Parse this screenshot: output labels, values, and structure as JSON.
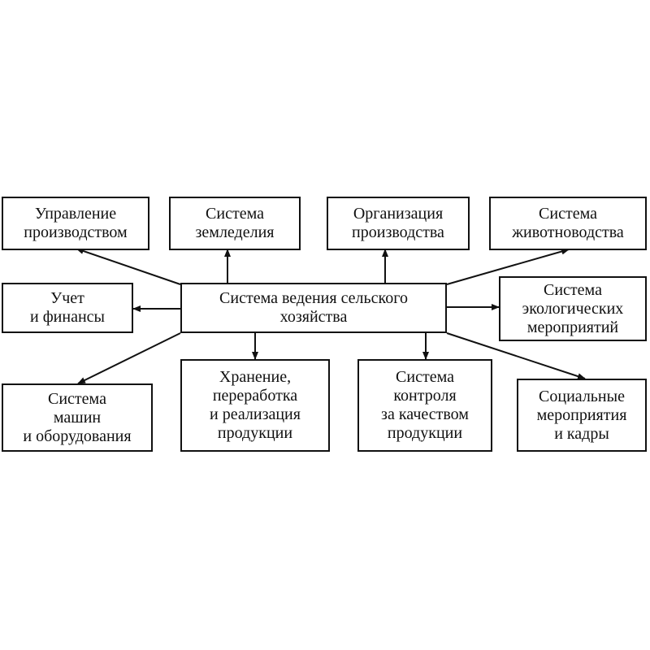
{
  "diagram": {
    "center": "Система ведения сельского\nхозяйства",
    "nodes": {
      "management": "Управление\nпроизводством",
      "farming": "Система\nземледелия",
      "organization": "Организация\nпроизводства",
      "livestock": "Система\nживотноводства",
      "accounting": "Учет\nи финансы",
      "ecology": "Система\nэкологических\nмероприятий",
      "machinery": "Система\nмашин\nи оборудования",
      "storage": "Хранение,\nпереработка\nи реализация\nпродукции",
      "quality": "Система\nконтроля\nза качеством\nпродукции",
      "social": "Социальные\nмероприятия\nи кадры"
    }
  }
}
